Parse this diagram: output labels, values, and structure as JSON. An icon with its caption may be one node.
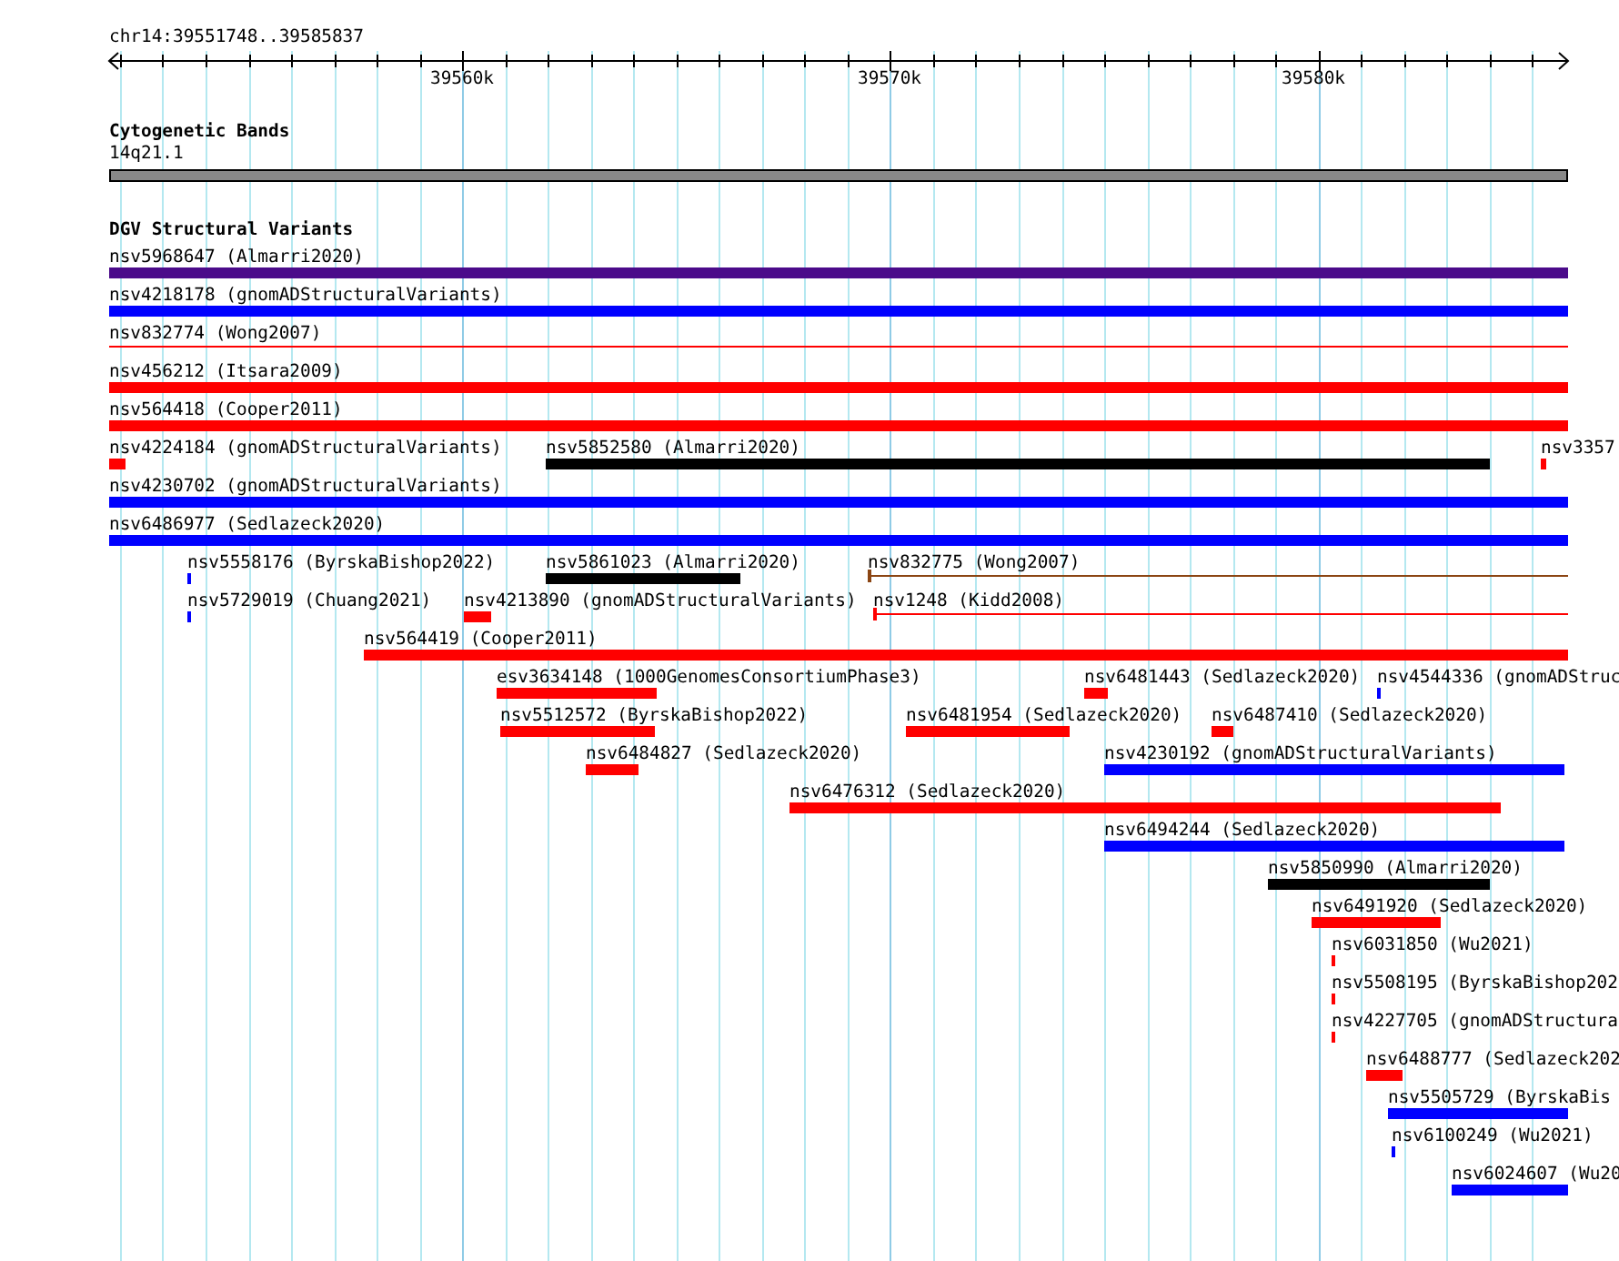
{
  "diagram": {
    "nodes": [
      {
        "text": [
          "14q21.1"
        ]
      },
      {
        "text": [
          "nsv5968647 (Almarri2020)"
        ]
      },
      {
        "text": [
          "nsv4218178 (gnomADStructuralVariants)"
        ]
      },
      {
        "text": [
          "nsv832774 (Wong2007)"
        ]
      },
      {
        "text": [
          "nsv456212 (Itsara2009)"
        ]
      },
      {
        "text": [
          "nsv564418 (Cooper2011)"
        ]
      },
      {
        "text": [
          "nsv4224184 (gnomADStructuralVariants)"
        ]
      },
      {
        "text": [
          "nsv5852580 (Almarri2020)"
        ]
      },
      {
        "text": [
          "nsv3357"
        ]
      },
      {
        "text": [
          "nsv4230702 (gnomADStructuralVariants)"
        ]
      },
      {
        "text": [
          "nsv6486977 (Sedlazeck2020)"
        ]
      },
      {
        "text": [
          "nsv5558176 (ByrskaBishop2022)"
        ]
      },
      {
        "text": [
          "nsv5861023 (Almarri2020)"
        ]
      },
      {
        "text": [
          "nsv832775 (Wong2007)"
        ]
      },
      {
        "text": [
          "nsv5729019 (Chuang2021)"
        ]
      },
      {
        "text": [
          "nsv4213890 (gnomADStructuralVariants)"
        ]
      },
      {
        "text": [
          "nsv1248 (Kidd2008)"
        ]
      },
      {
        "text": [
          "nsv564419 (Cooper2011)"
        ]
      },
      {
        "text": [
          "esv3634148 (1000GenomesConsortiumPhase3)"
        ]
      },
      {
        "text": [
          "nsv6481443 (Sedlazeck2020)"
        ]
      },
      {
        "text": [
          "nsv4544336 (gnomADStruc"
        ]
      },
      {
        "text": [
          "nsv5512572 (ByrskaBishop2022)"
        ]
      },
      {
        "text": [
          "nsv6481954 (Sedlazeck2020)"
        ]
      },
      {
        "text": [
          "nsv6487410 (Sedlazeck2020)"
        ]
      },
      {
        "text": [
          "nsv6484827 (Sedlazeck2020)"
        ]
      },
      {
        "text": [
          "nsv4230192 (gnomADStructuralVariants)"
        ]
      },
      {
        "text": [
          "nsv6476312 (Sedlazeck2020)"
        ]
      },
      {
        "text": [
          "nsv6494244 (Sedlazeck2020)"
        ]
      },
      {
        "text": [
          "nsv5850990 (Almarri2020)"
        ]
      },
      {
        "text": [
          "nsv6491920 (Sedlazeck2020)"
        ]
      },
      {
        "text": [
          "nsv6031850 (Wu2021)"
        ]
      },
      {
        "text": [
          "nsv5508195 (ByrskaBishop202"
        ]
      },
      {
        "text": [
          "nsv4227705 (gnomADStructura"
        ]
      },
      {
        "text": [
          "nsv6488777 (Sedlazeck202"
        ]
      },
      {
        "text": [
          "nsv5505729 (ByrskaBis"
        ]
      },
      {
        "text": [
          "nsv6100249 (Wu2021)"
        ]
      },
      {
        "text": [
          "nsv6024607 (Wu20"
        ]
      }
    ],
    "labels": [
      "chr14:39551748..39585837",
      "39560k",
      "39570k",
      "39580k",
      "Cytogenetic Bands",
      "DGV Structural Variants"
    ]
  }
}
